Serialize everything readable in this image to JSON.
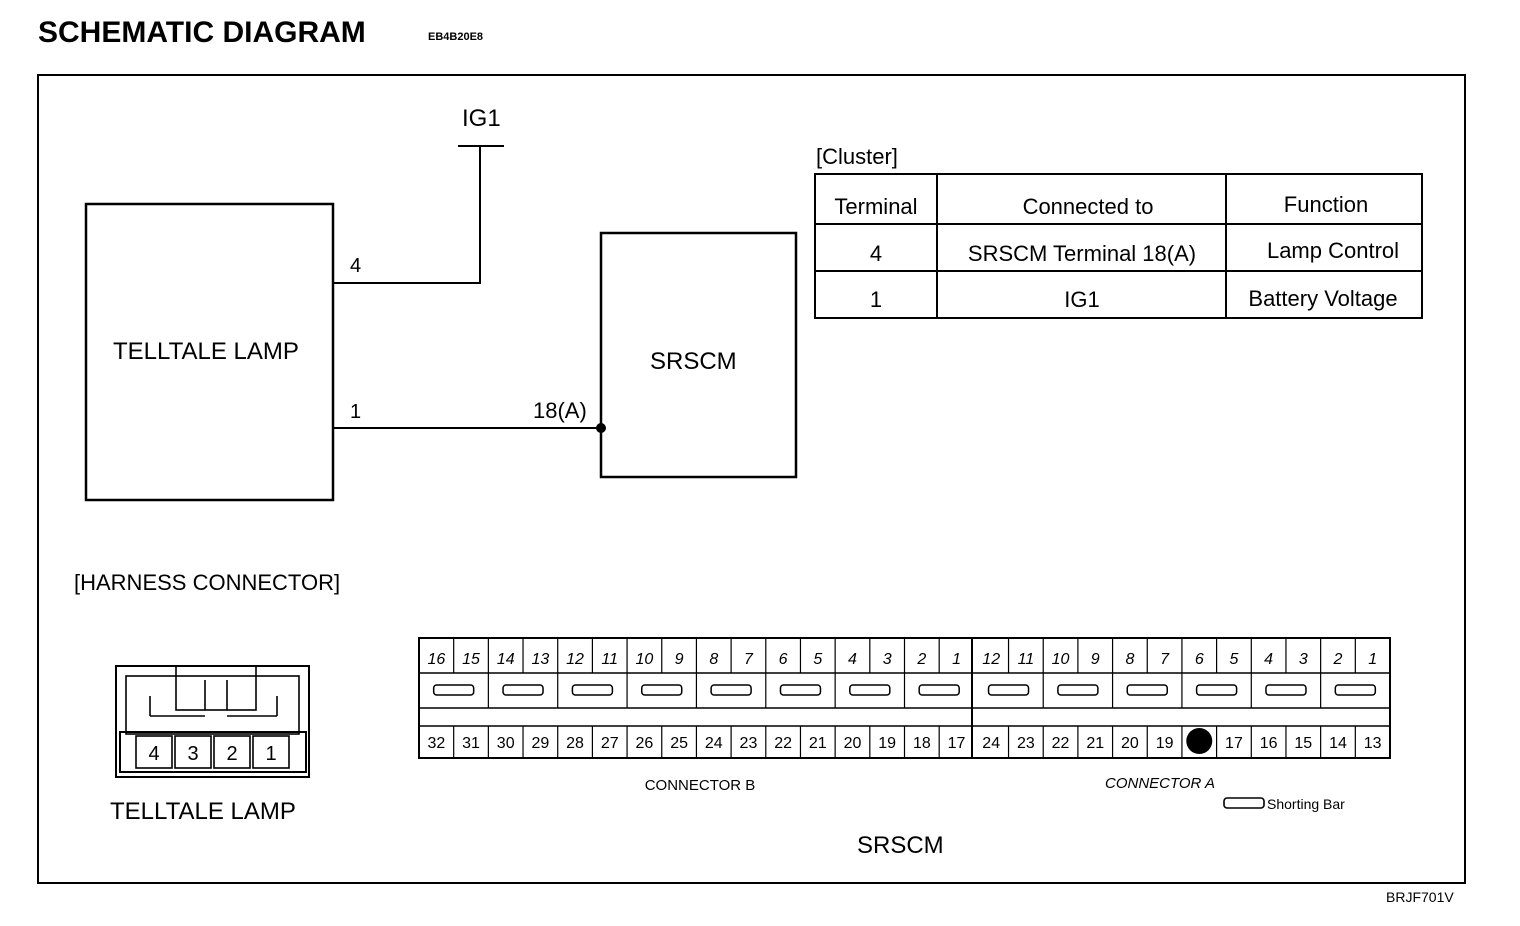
{
  "header": {
    "title": "SCHEMATIC DIAGRAM",
    "code": "EB4B20E8"
  },
  "footer_code": "BRJF701V",
  "schematic": {
    "ig1_label": "IG1",
    "telltale_label": "TELLTALE LAMP",
    "srscm_label": "SRSCM",
    "pin4_label": "4",
    "pin1_label": "1",
    "pin18a_label": "18(A)"
  },
  "cluster_table": {
    "title": "[Cluster]",
    "headers": [
      "Terminal",
      "Connected to",
      "Function"
    ],
    "rows": [
      [
        "4",
        "SRSCM Terminal 18(A)",
        "Lamp Control"
      ],
      [
        "1",
        "IG1",
        "Battery Voltage"
      ]
    ]
  },
  "harness": {
    "title": "[HARNESS CONNECTOR]",
    "telltale_pins": [
      "4",
      "3",
      "2",
      "1"
    ],
    "telltale_caption": "TELLTALE LAMP",
    "connector_b": {
      "top": [
        "16",
        "15",
        "14",
        "13",
        "12",
        "11",
        "10",
        "9",
        "8",
        "7",
        "6",
        "5",
        "4",
        "3",
        "2",
        "1"
      ],
      "bottom": [
        "32",
        "31",
        "30",
        "29",
        "28",
        "27",
        "26",
        "25",
        "24",
        "23",
        "22",
        "21",
        "20",
        "19",
        "18",
        "17"
      ],
      "label": "CONNECTOR B"
    },
    "connector_a": {
      "top": [
        "12",
        "11",
        "10",
        "9",
        "8",
        "7",
        "6",
        "5",
        "4",
        "3",
        "2",
        "1"
      ],
      "bottom": [
        "24",
        "23",
        "22",
        "21",
        "20",
        "19",
        "",
        "17",
        "16",
        "15",
        "14",
        "13"
      ],
      "label": "CONNECTOR A",
      "filled_pin": "18"
    },
    "shorting_bar_label": "Shorting Bar",
    "srscm_caption": "SRSCM"
  }
}
